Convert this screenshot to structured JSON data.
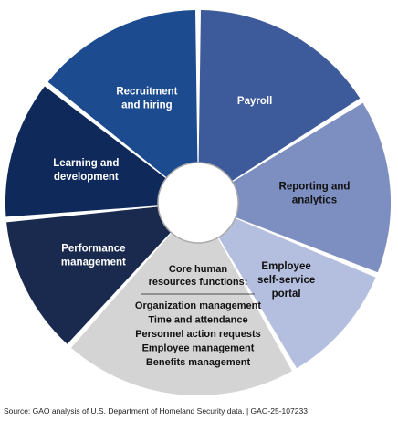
{
  "diagram": {
    "segments": [
      {
        "id": "payroll",
        "lines": [
          "Payroll"
        ],
        "color": "#3d5a9a",
        "text_color": "#ffffff"
      },
      {
        "id": "reporting-and-analytics",
        "lines": [
          "Reporting and",
          "analytics"
        ],
        "color": "#7d8ec0",
        "text_color": "#111111"
      },
      {
        "id": "employee-self-service-portal",
        "lines": [
          "Employee",
          "self-service",
          "portal"
        ],
        "color": "#b4bedf",
        "text_color": "#111111"
      },
      {
        "id": "core-hr-functions",
        "lines": [],
        "color": "#d4d4d4",
        "text_color": "#111111"
      },
      {
        "id": "performance-management",
        "lines": [
          "Performance",
          "management"
        ],
        "color": "#1a2a4e",
        "text_color": "#ffffff"
      },
      {
        "id": "learning-and-development",
        "lines": [
          "Learning and",
          "development"
        ],
        "color": "#0f2a5a",
        "text_color": "#ffffff"
      },
      {
        "id": "recruitment-and-hiring",
        "lines": [
          "Recruitment",
          "and hiring"
        ],
        "color": "#1c4b8f",
        "text_color": "#ffffff"
      }
    ],
    "core": {
      "heading_lines": [
        "Core human",
        "resources functions:"
      ],
      "items": [
        "Organization management",
        "Time and attendance",
        "Personnel action requests",
        "Employee management",
        "Benefits management"
      ]
    }
  },
  "source_note": "Source: GAO analysis of U.S. Department of Homeland Security data.  |  GAO-25-107233"
}
